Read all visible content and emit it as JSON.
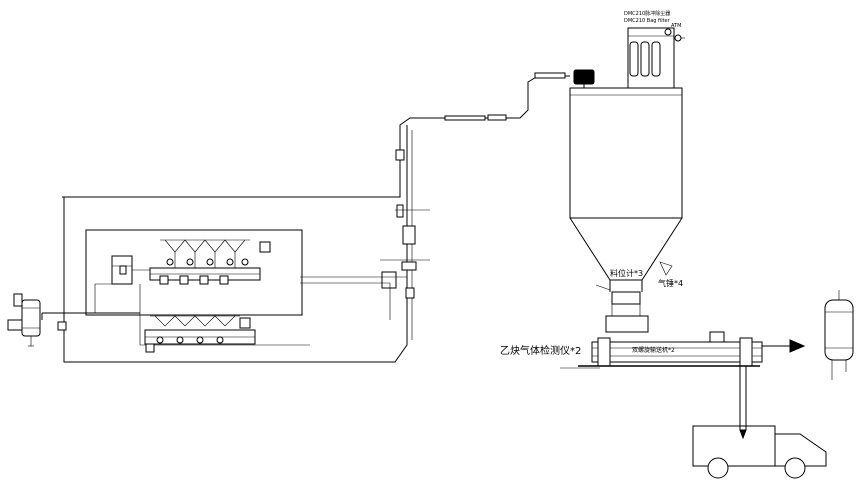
{
  "labels": {
    "filter_title_cn": "DMC210脉冲除尘器",
    "filter_title_en": "DMC210 Bag filter",
    "atm": "ATM",
    "gas_detector": "乙炔气体检测仪*2",
    "level_gauge": "料位计*3",
    "air_hammer": "气锤*4",
    "screw_conveyor": "双螺旋输送机*2"
  },
  "colors": {
    "line": "#000000",
    "background": "#ffffff"
  }
}
